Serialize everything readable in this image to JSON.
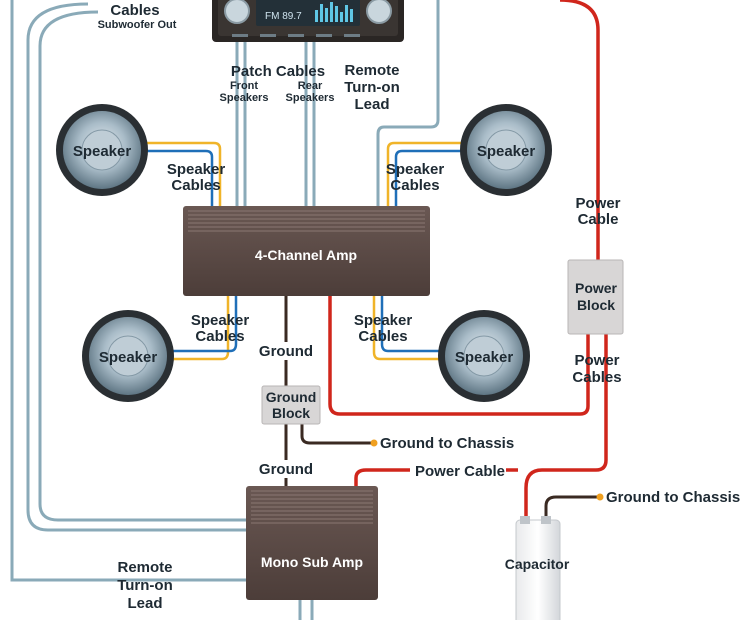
{
  "head_unit": {
    "display": "FM 89.7"
  },
  "labels": {
    "cables": "Cables",
    "subwoofer_out": "Subwoofer Out",
    "patch_cables": "Patch Cables",
    "front_speakers": [
      "Front",
      "Speakers"
    ],
    "rear_speakers": [
      "Rear",
      "Speakers"
    ],
    "remote_lead_top": [
      "Remote",
      "Turn-on",
      "Lead"
    ],
    "speaker_cables_tl": [
      "Speaker",
      "Cables"
    ],
    "speaker_cables_tr": [
      "Speaker",
      "Cables"
    ],
    "speaker_cables_bl": [
      "Speaker",
      "Cables"
    ],
    "speaker_cables_br": [
      "Speaker",
      "Cables"
    ],
    "power_cable_top": [
      "Power",
      "Cable"
    ],
    "power_cables": [
      "Power",
      "Cables"
    ],
    "ground_top": "Ground",
    "ground_bottom": "Ground",
    "ground_to_chassis_1": "Ground to Chassis",
    "ground_to_chassis_2": "Ground to Chassis",
    "power_cable_mid": "Power Cable",
    "remote_lead_bottom": [
      "Remote",
      "Turn-on",
      "Lead"
    ]
  },
  "components": {
    "four_channel_amp": "4-Channel Amp",
    "mono_sub_amp": "Mono Sub Amp",
    "power_block": [
      "Power",
      "Block"
    ],
    "ground_block": [
      "Ground",
      "Block"
    ],
    "capacitor": "Capacitor",
    "speakers": [
      "Speaker",
      "Speaker",
      "Speaker",
      "Speaker"
    ]
  },
  "colors": {
    "cable_blue": "#8aaab8",
    "power_red": "#d0261c",
    "ground_dark": "#3a2a22",
    "speaker_yellow": "#f0b429",
    "speaker_blue": "#1f6fb8",
    "amp_body": "#5a4a45",
    "block_fill": "#d8d6d6",
    "accent_orange": "#f0a020"
  }
}
